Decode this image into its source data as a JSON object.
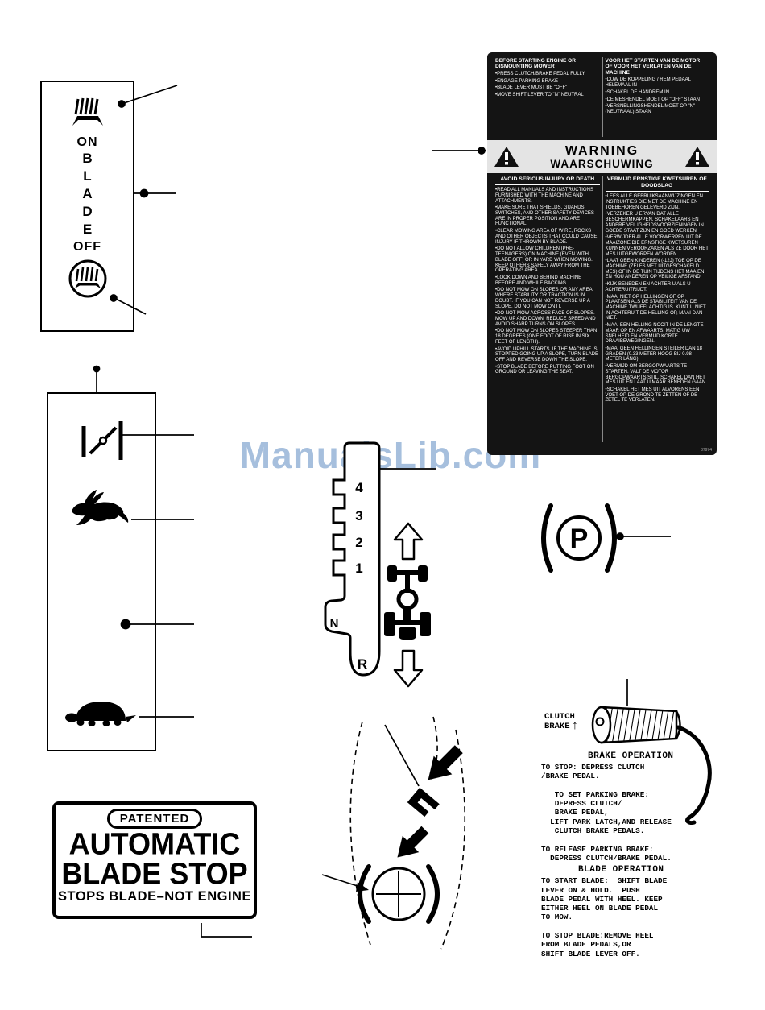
{
  "page": {
    "watermark": "ManualsLib.com"
  },
  "colors": {
    "watermark": "#a6bfdd",
    "decal_bg": "#141414",
    "band_bg": "#e4e4e4"
  },
  "blade_label": {
    "on": "ON",
    "letters": [
      "B",
      "L",
      "A",
      "D",
      "E"
    ],
    "off": "OFF"
  },
  "shift": {
    "gears": [
      "4",
      "3",
      "2",
      "1",
      "N",
      "R"
    ]
  },
  "parking": {
    "symbol": "P"
  },
  "blade_stop": {
    "patented": "PATENTED",
    "line1": "AUTOMATIC",
    "line2": "BLADE STOP",
    "line3": "STOPS BLADE–NOT ENGINE"
  },
  "warning_decal": {
    "top_left": {
      "heading": "BEFORE STARTING ENGINE OR DISMOUNTING MOWER",
      "bullets": [
        "•PRESS CLUTCH/BRAKE PEDAL FULLY",
        "•ENGAGE PARKING BRAKE",
        "•BLADE LEVER MUST BE \"OFF\"",
        "•MOVE SHIFT LEVER TO \"N\" NEUTRAL"
      ]
    },
    "top_right": {
      "heading": "VOOR HET STARTEN VAN DE MOTOR OF VOOR HET VERLATEN VAN DE MACHINE",
      "bullets": [
        "•DUW DE KOPPELING / REM PEDAAL HELEMAAL IN",
        "•SCHAKEL DE HANDREM IN",
        "•DE MESHENDEL MOET OP \"OFF\" STAAN",
        "•VERSNELLINGSHENDEL MOET OP \"N\" (NEUTRAAL) STAAN"
      ]
    },
    "warning_en": "WARNING",
    "warning_nl": "WAARSCHUWING",
    "left_heading": "AVOID SERIOUS INJURY OR DEATH",
    "left_bullets": [
      "•READ ALL MANUALS AND INSTRUCTIONS FURNISHED WITH THE MACHINE AND ATTACHMENTS.",
      "•MAKE SURE THAT SHIELDS, GUARDS, SWITCHES, AND OTHER SAFETY DEVICES ARE IN PROPER POSITION AND ARE FUNCTIONAL.",
      "•CLEAR MOWING AREA OF WIRE, ROCKS AND OTHER OBJECTS THAT COULD CAUSE INJURY IF THROWN BY BLADE.",
      "•DO NOT ALLOW CHILDREN (PRE-TEENAGERS) ON MACHINE (EVEN WITH BLADE OFF) OR IN YARD WHEN MOWING. KEEP OTHERS SAFELY AWAY FROM THE OPERATING AREA.",
      "•LOOK DOWN AND BEHIND MACHINE BEFORE AND WHILE BACKING.",
      "•DO NOT MOW ON SLOPES OR ANY AREA WHERE STABILITY OR TRACTION IS IN DOUBT. IF YOU CAN NOT REVERSE UP A SLOPE, DO NOT MOW ON IT.",
      "•DO NOT MOW ACROSS FACE OF SLOPES. MOW UP AND DOWN. REDUCE SPEED AND AVOID SHARP TURNS ON SLOPES.",
      "•DO NOT MOW ON SLOPES STEEPER THAN 18 DEGREES (ONE FOOT OF RISE IN SIX FEET OF LENGTH).",
      "•AVOID UPHILL STARTS. IF THE MACHINE IS STOPPED GOING UP A SLOPE, TURN BLADE OFF AND REVERSE DOWN THE SLOPE.",
      "•STOP BLADE BEFORE PUTTING FOOT ON GROUND OR LEAVING THE SEAT."
    ],
    "right_heading": "VERMIJD ERNSTIGE KWETSUREN OF DOODSLAG",
    "right_bullets": [
      "•LEES ALLE GEBRUIKSAANWIJZINGEN EN INSTRUKTIES DIE MET DE MACHINE EN TOEBEHOREN GELEVERD ZIJN.",
      "•VERZEKER U ERVAN DAT ALLE BESCHERMKAPPEN, SCHAKELAARS EN ANDERE VEILIGHEIDSVOORZIENINGEN IN GOEDE STAAT ZIJN EN GOED WERKEN.",
      "•VERWIJDER ALLE VOORWERPEN UIT DE MAAIZONE DIE ERNSTIGE KWETSUREN KUNNEN VEROORZAKEN ALS ZE DOOR HET MES UITGEWORPEN WORDEN.",
      "•LAAT GEEN KINDEREN (-12J) TOE OP DE MACHINE (ZELFS MET UITGESCHAKELD MES) OF IN DE TUIN TIJDENS HET MAAIEN EN HOU ANDEREN OP VEILIGE AFSTAND.",
      "•KIJK BENEDEN EN ACHTER U ALS U ACHTERUITRIJDT.",
      "•MAAI NIET OP HELLINGEN OF OP PLAATSEN ALS DE STABILITEIT VAN DE MACHINE TWIJFELACHTIG IS. KUNT U NIET IN ACHTERUIT DE HELLING OP, MAAI DAN NIET.",
      "•MAAI EEN HELLING NOOIT IN DE LENGTE MAAR OP EN AFWAARTS. MATIG UW SNELHEID EN VERMIJD KORTE DRAAIBEWEGINGEN.",
      "•MAAI GEEN HELLINGEN STEILER DAN 18 GRADEN (0.33 METER HOOG BIJ 0.98 METER LANG).",
      "•VERMIJD OM BERGOPWAARTS TE STARTEN. VALT DE MOTOR BERGOPWAARTS STIL, SCHAKEL DAN HET MES UIT EN LAAT U MAAR BENEDEN GAAN.",
      "•SCHAKEL HET MES UIT ALVORENS EEN VOET OP DE GROND TE ZETTEN OF DE ZETEL TE VERLATEN."
    ],
    "part_number": "37974"
  },
  "pedal": {
    "clutch": "CLUTCH",
    "brake": "BRAKE",
    "arrow": "↑",
    "brake_heading": "BRAKE OPERATION",
    "brake_lines": [
      "TO STOP: DEPRESS CLUTCH",
      "/BRAKE PEDAL.",
      "",
      "   TO SET PARKING BRAKE:",
      "   DEPRESS CLUTCH/",
      "   BRAKE PEDAL,",
      "  LIFT PARK LATCH,AND RELEASE",
      "   CLUTCH BRAKE PEDALS.",
      "",
      "TO RELEASE PARKING BRAKE:",
      "  DEPRESS CLUTCH/BRAKE PEDAL."
    ],
    "blade_heading": "BLADE OPERATION",
    "blade_lines": [
      "TO START BLADE:  SHIFT BLADE",
      "LEVER ON & HOLD.  PUSH",
      "BLADE PEDAL WITH HEEL. KEEP",
      "EITHER HEEL ON BLADE PEDAL",
      "TO MOW.",
      "",
      "TO STOP BLADE:REMOVE HEEL",
      "FROM BLADE PEDALS,OR",
      "SHIFT BLADE LEVER OFF."
    ]
  }
}
